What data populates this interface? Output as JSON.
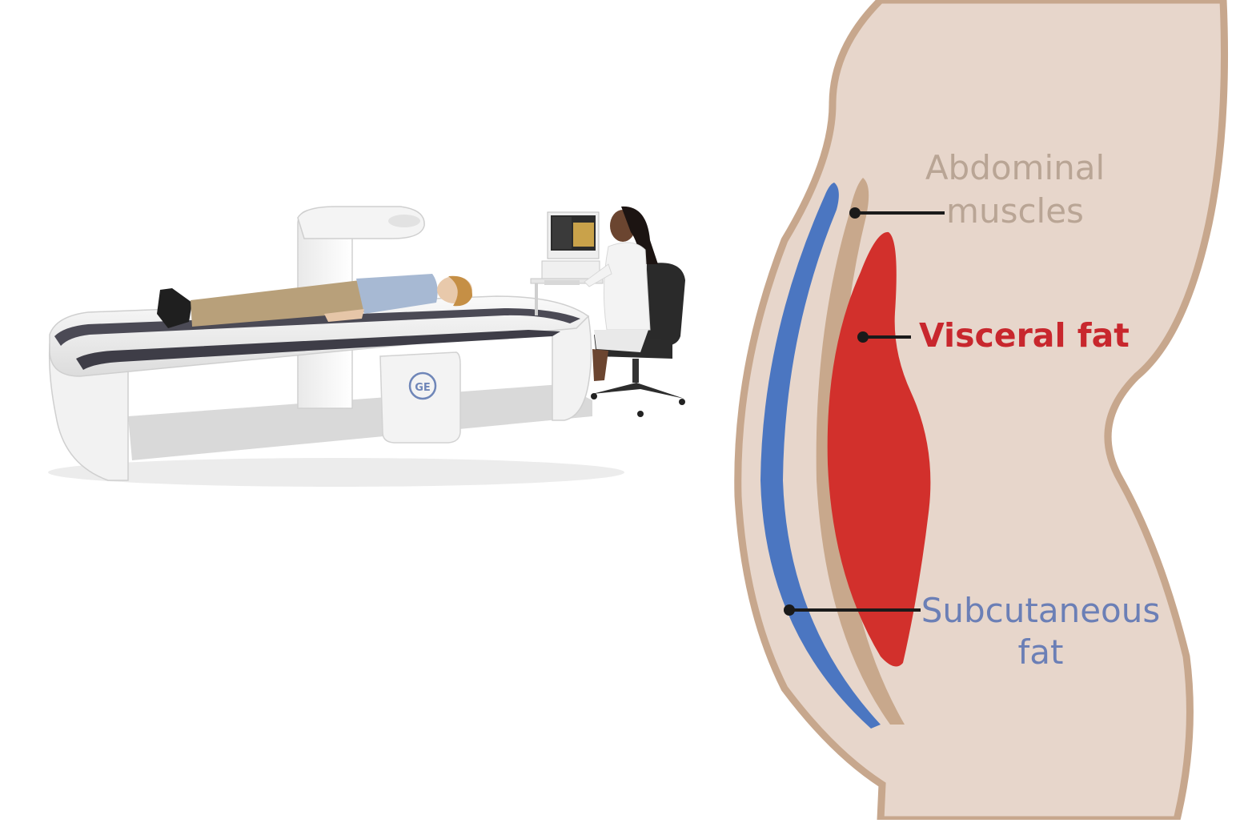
{
  "diagram": {
    "labels": {
      "abdominal_muscles": [
        "Abdominal",
        "muscles"
      ],
      "visceral_fat": "Visceral fat",
      "subcutaneous_fat": [
        "Subcutaneous",
        "fat"
      ]
    },
    "colors": {
      "body_fill": "#e7d6cb",
      "outline": "#c7a78d",
      "muscle": "#c8a88c",
      "subcutaneous_fat": "#4b76c1",
      "visceral_fat": "#d2302c",
      "visceral_label": "#c8272d",
      "subcutaneous_label": "#6b7fb6",
      "muscle_label": "#b9a595",
      "leader": "#1a1a1a"
    }
  },
  "scanner": {
    "brand_logo": "GE"
  }
}
